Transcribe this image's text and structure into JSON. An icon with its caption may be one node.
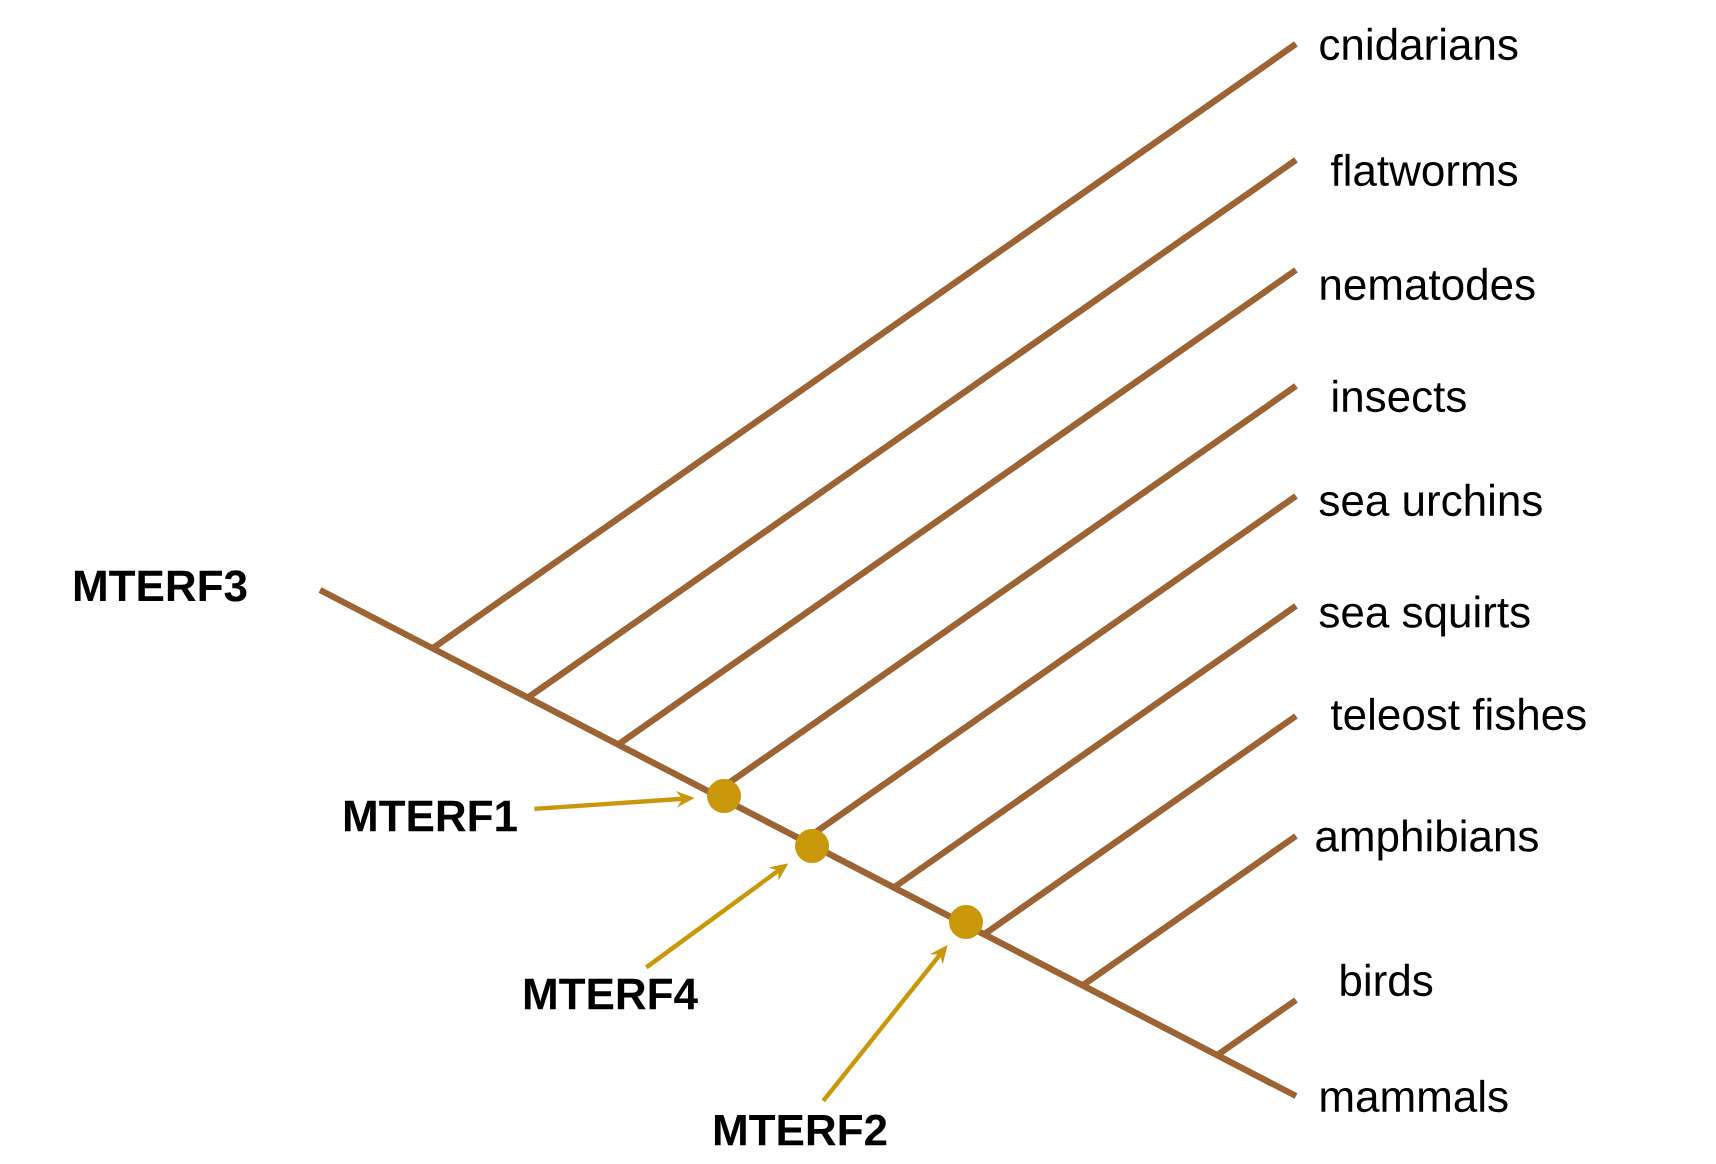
{
  "diagram": {
    "nodes": [
      {
        "text": [
          "MTERF1"
        ]
      },
      {
        "text": [],
        "shape": "circle"
      },
      {
        "text": [
          "MTERF4"
        ]
      },
      {
        "text": [],
        "shape": "circle"
      },
      {
        "text": [
          "MTERF2"
        ]
      },
      {
        "text": [],
        "shape": "circle"
      }
    ],
    "edges": [
      {
        "from": 0,
        "to": 1,
        "arrow": "to"
      },
      {
        "from": 2,
        "to": 3,
        "arrow": "to"
      },
      {
        "from": 4,
        "to": 5,
        "arrow": "to"
      }
    ],
    "labels": [
      "cnidarians",
      "flatworms",
      "nematodes",
      "insects",
      "sea urchins",
      "sea squirts",
      "teleost fishes",
      "amphibians",
      "birds",
      "MTERF3",
      "mammals"
    ]
  }
}
